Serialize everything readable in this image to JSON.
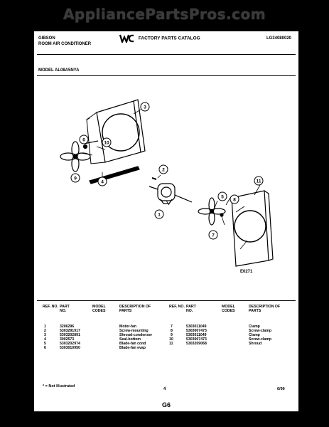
{
  "watermark": "AppliancePartsPros.com",
  "header": {
    "brand": "GIBSON",
    "product": "ROOM AIR CONDITIONER",
    "catalog_title": "FACTORY PARTS CATALOG",
    "catalog_number": "LG34080020",
    "logo": "wci-logo"
  },
  "model_label": "MODEL AL08A5NYA",
  "figure_id": "E0271",
  "callouts": [
    "1",
    "2",
    "3",
    "4",
    "5",
    "6",
    "7",
    "8",
    "9",
    "10",
    "11"
  ],
  "table": {
    "headers": {
      "ref": "REF. NO.",
      "part": "PART NO.",
      "model": "MODEL CODES",
      "desc": "DESCRIPTION OF PARTS"
    },
    "left_rows": [
      {
        "ref": "1",
        "part": "3206296",
        "desc": "Motor-fan"
      },
      {
        "ref": "2",
        "part": "5303291917",
        "desc": "Screw-mounting"
      },
      {
        "ref": "3",
        "part": "5303202891",
        "desc": "Shroud-condenser"
      },
      {
        "ref": "4",
        "part": "3002573",
        "desc": "Seal-bottom"
      },
      {
        "ref": "5",
        "part": "5303202974",
        "desc": "Blade-fan cond"
      },
      {
        "ref": "6",
        "part": "5303010950",
        "desc": "Blade-fan evap"
      }
    ],
    "right_rows": [
      {
        "ref": "7",
        "part": "5303011049",
        "desc": "Clamp"
      },
      {
        "ref": "8",
        "part": "5303007473",
        "desc": "Screw-clamp"
      },
      {
        "ref": "9",
        "part": "5303011049",
        "desc": "Clamp"
      },
      {
        "ref": "10",
        "part": "5303007473",
        "desc": "Screw-clamp"
      },
      {
        "ref": "11",
        "part": "5303209068",
        "desc": "Shroud"
      }
    ]
  },
  "footnote": "* = Not Illustrated",
  "page_number": "4",
  "date": "6/99",
  "sheet": "G6"
}
